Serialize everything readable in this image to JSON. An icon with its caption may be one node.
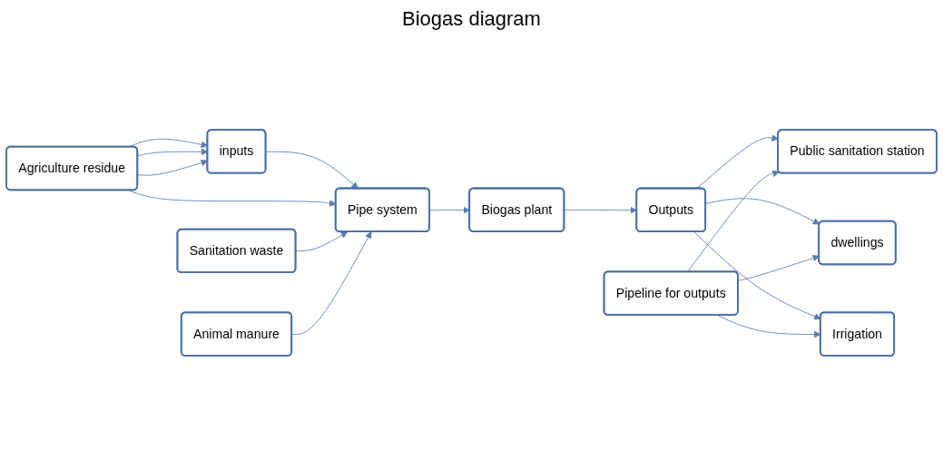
{
  "diagram": {
    "title": "Biogas diagram",
    "nodes": [
      {
        "text": [
          "inputs"
        ]
      },
      {
        "text": [
          "Pipe system"
        ]
      },
      {
        "text": [
          "Biogas plant"
        ]
      },
      {
        "text": [
          "Outputs"
        ]
      },
      {
        "text": [
          "Public sanitation station"
        ]
      },
      {
        "text": [
          "Agriculture residue"
        ]
      },
      {
        "text": [
          "Pipeline for outputs"
        ]
      },
      {
        "text": [
          "dwellings"
        ]
      },
      {
        "text": [
          "Irrigation"
        ]
      },
      {
        "text": [
          "Sanitation waste"
        ]
      },
      {
        "text": [
          "Animal manure"
        ]
      }
    ],
    "edges": [
      {
        "from": 0,
        "to": 1,
        "arrow": "to"
      },
      {
        "from": 1,
        "to": 2,
        "arrow": "to"
      },
      {
        "from": 2,
        "to": 3,
        "arrow": "to"
      },
      {
        "from": 3,
        "to": 4,
        "arrow": "to"
      },
      {
        "from": 5,
        "to": 0,
        "arrow": "to"
      },
      {
        "from": 5,
        "to": 0,
        "arrow": "to"
      },
      {
        "from": 5,
        "to": 0,
        "arrow": "to"
      },
      {
        "from": 5,
        "to": 1,
        "arrow": "to"
      },
      {
        "from": 9,
        "to": 1,
        "arrow": "to"
      },
      {
        "from": 10,
        "to": 1,
        "arrow": "to"
      },
      {
        "from": 3,
        "to": 7,
        "arrow": "to"
      },
      {
        "from": 3,
        "to": 8,
        "arrow": "to"
      },
      {
        "from": 6,
        "to": 7,
        "arrow": "to"
      },
      {
        "from": 6,
        "to": 8,
        "arrow": "to"
      },
      {
        "from": 6,
        "to": 4,
        "arrow": "to"
      }
    ]
  }
}
